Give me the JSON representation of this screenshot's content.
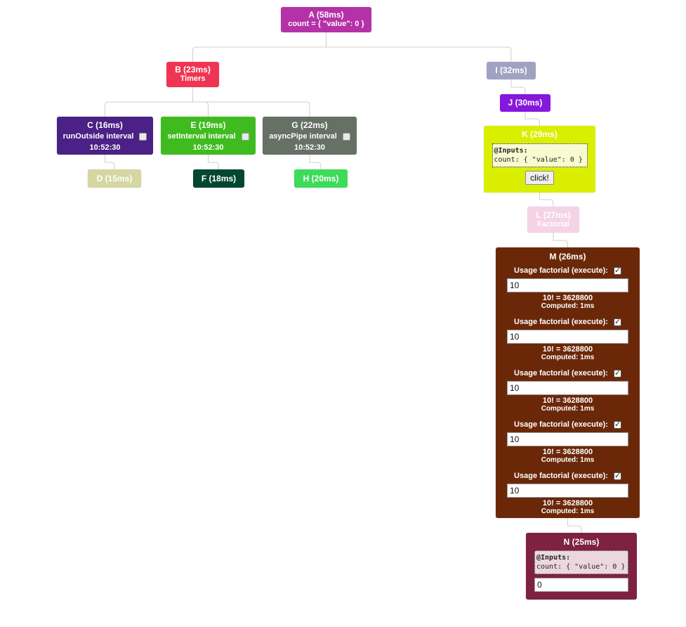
{
  "nodes": {
    "a": {
      "title": "A (58ms)",
      "sub": "count = { \"value\": 0 }",
      "color": "#b531a7"
    },
    "b": {
      "title": "B (23ms)",
      "sub": "Timers",
      "color": "#ef3553"
    },
    "c": {
      "title": "C (16ms)",
      "label": "runOutside interval",
      "time": "10:52:30",
      "checked": false,
      "color": "#4b2185"
    },
    "e": {
      "title": "E (19ms)",
      "label": "setInterval interval",
      "time": "10:52:30",
      "checked": false,
      "color": "#3fbb1f"
    },
    "g": {
      "title": "G (22ms)",
      "label": "asyncPipe interval",
      "time": "10:52:30",
      "checked": false,
      "color": "#667065"
    },
    "d": {
      "title": "D (15ms)",
      "color": "#d6d6a2"
    },
    "f": {
      "title": "F (18ms)",
      "color": "#03472e"
    },
    "h": {
      "title": "H (20ms)",
      "color": "#3ddb5a"
    },
    "i": {
      "title": "I (32ms)",
      "color": "#9fa3c1"
    },
    "j": {
      "title": "J (30ms)",
      "color": "#8617dc"
    },
    "k": {
      "title": "K (29ms)",
      "inputs_label": "@Inputs:",
      "inputs_value": "count: { \"value\": 0 }",
      "button": "click!",
      "color": "#daef00"
    },
    "l": {
      "title": "L (27ms)",
      "sub": "Factorial",
      "color": "#f5d3e7"
    },
    "m": {
      "title": "M (26ms)",
      "color": "#6b2809",
      "items": [
        {
          "label": "Usage factorial (execute):",
          "checked": true,
          "value": "10",
          "result": "10! = 3628800",
          "computed": "Computed: 1ms"
        },
        {
          "label": "Usage factorial (execute):",
          "checked": true,
          "value": "10",
          "result": "10! = 3628800",
          "computed": "Computed: 1ms"
        },
        {
          "label": "Usage factorial (execute):",
          "checked": true,
          "value": "10",
          "result": "10! = 3628800",
          "computed": "Computed: 1ms"
        },
        {
          "label": "Usage factorial (execute):",
          "checked": true,
          "value": "10",
          "result": "10! = 3628800",
          "computed": "Computed: 1ms"
        },
        {
          "label": "Usage factorial (execute):",
          "checked": true,
          "value": "10",
          "result": "10! = 3628800",
          "computed": "Computed: 1ms"
        }
      ]
    },
    "n": {
      "title": "N (25ms)",
      "inputs_label": "@Inputs:",
      "inputs_value": "count: { \"value\": 0 }",
      "value": "0",
      "color": "#7e2240"
    }
  },
  "edges": [
    [
      "a",
      "b"
    ],
    [
      "a",
      "i"
    ],
    [
      "b",
      "c"
    ],
    [
      "b",
      "e"
    ],
    [
      "b",
      "g"
    ],
    [
      "c",
      "d"
    ],
    [
      "e",
      "f"
    ],
    [
      "g",
      "h"
    ],
    [
      "i",
      "j"
    ],
    [
      "j",
      "k"
    ],
    [
      "k",
      "l"
    ],
    [
      "l",
      "m"
    ],
    [
      "m",
      "n"
    ]
  ]
}
